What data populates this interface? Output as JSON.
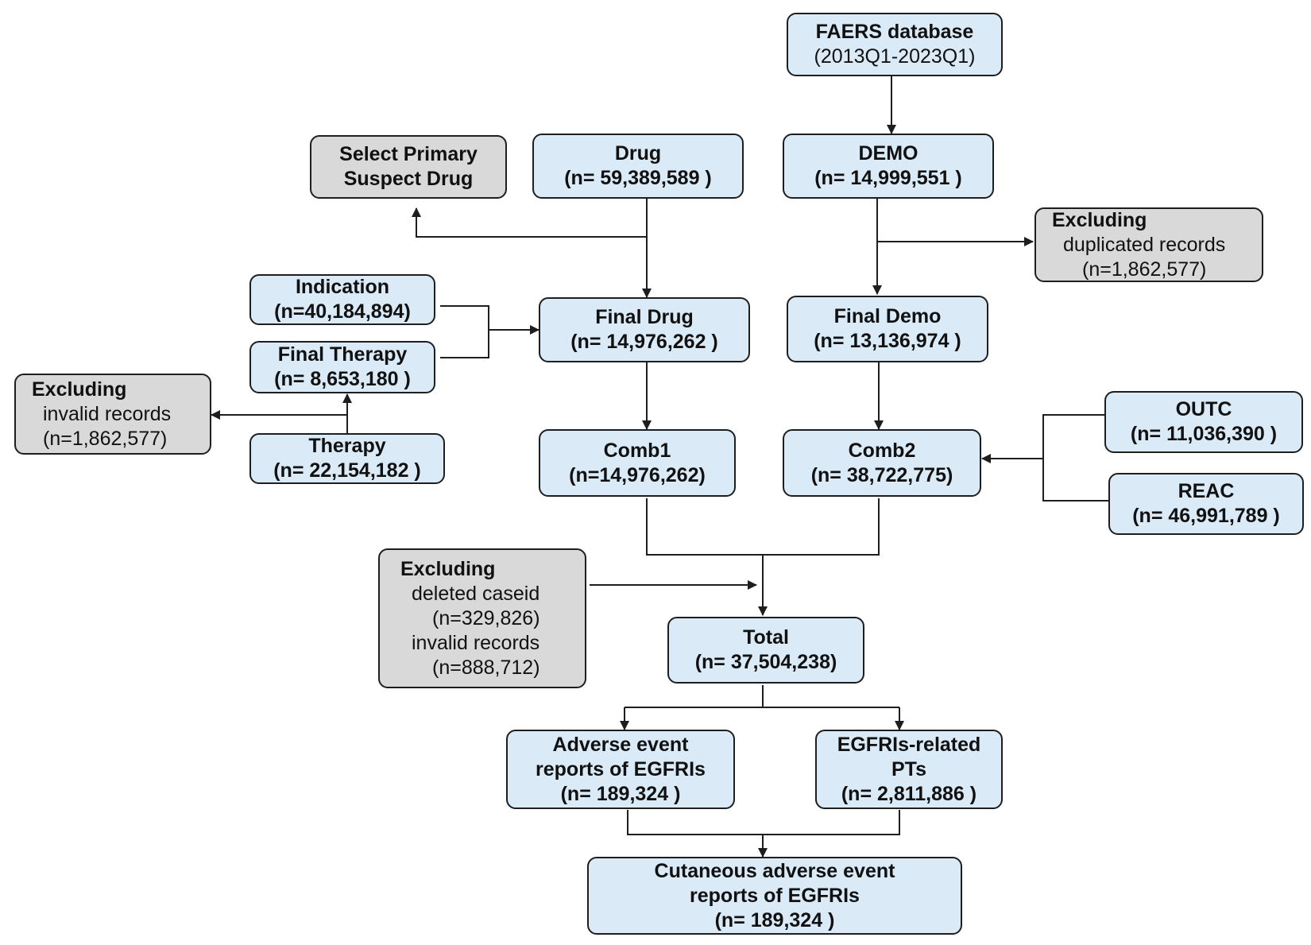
{
  "boxes": {
    "faers": {
      "title": "FAERS database",
      "count": "(2013Q1-2023Q1)"
    },
    "primary": {
      "line1": "Select Primary",
      "line2": "Suspect Drug"
    },
    "drug": {
      "title": "Drug",
      "count": "(n= 59,389,589 )"
    },
    "demo": {
      "title": "DEMO",
      "count": "(n= 14,999,551 )"
    },
    "excl_dup": {
      "title": "Excluding",
      "line1": "duplicated records",
      "count": "(n=1,862,577)"
    },
    "indication": {
      "title": "Indication",
      "count": "(n=40,184,894)"
    },
    "final_drug": {
      "title": "Final Drug",
      "count": "(n= 14,976,262 )"
    },
    "final_demo": {
      "title": "Final Demo",
      "count": "(n= 13,136,974 )"
    },
    "final_therapy": {
      "title": "Final Therapy",
      "count": "(n= 8,653,180 )"
    },
    "excl_invalid": {
      "title": "Excluding",
      "line1": "invalid records",
      "count": "(n=1,862,577)"
    },
    "therapy": {
      "title": "Therapy",
      "count": "(n= 22,154,182 )"
    },
    "comb1": {
      "title": "Comb1",
      "count": "(n=14,976,262)"
    },
    "comb2": {
      "title": "Comb2",
      "count": "(n= 38,722,775)"
    },
    "outc": {
      "title": "OUTC",
      "count": "(n= 11,036,390 )"
    },
    "reac": {
      "title": "REAC",
      "count": "(n= 46,991,789 )"
    },
    "excl_deleted": {
      "title": "Excluding",
      "line1": "deleted caseid",
      "count1": "(n=329,826)",
      "line2": "invalid records",
      "count2": "(n=888,712)"
    },
    "total": {
      "title": "Total",
      "count": "(n= 37,504,238)"
    },
    "adverse": {
      "line1": "Adverse event",
      "line2": "reports of EGFRIs",
      "count": "(n= 189,324 )"
    },
    "egfris_pts": {
      "line1": "EGFRIs-related",
      "line2": "PTs",
      "count": "(n= 2,811,886 )"
    },
    "cutaneous": {
      "line1": "Cutaneous adverse event",
      "line2": "reports of EGFRIs",
      "count": "(n= 189,324 )"
    }
  },
  "colors": {
    "process_fill": "#daeaf7",
    "exclusion_fill": "#d9d9d9",
    "stroke": "#1e1e1e"
  }
}
